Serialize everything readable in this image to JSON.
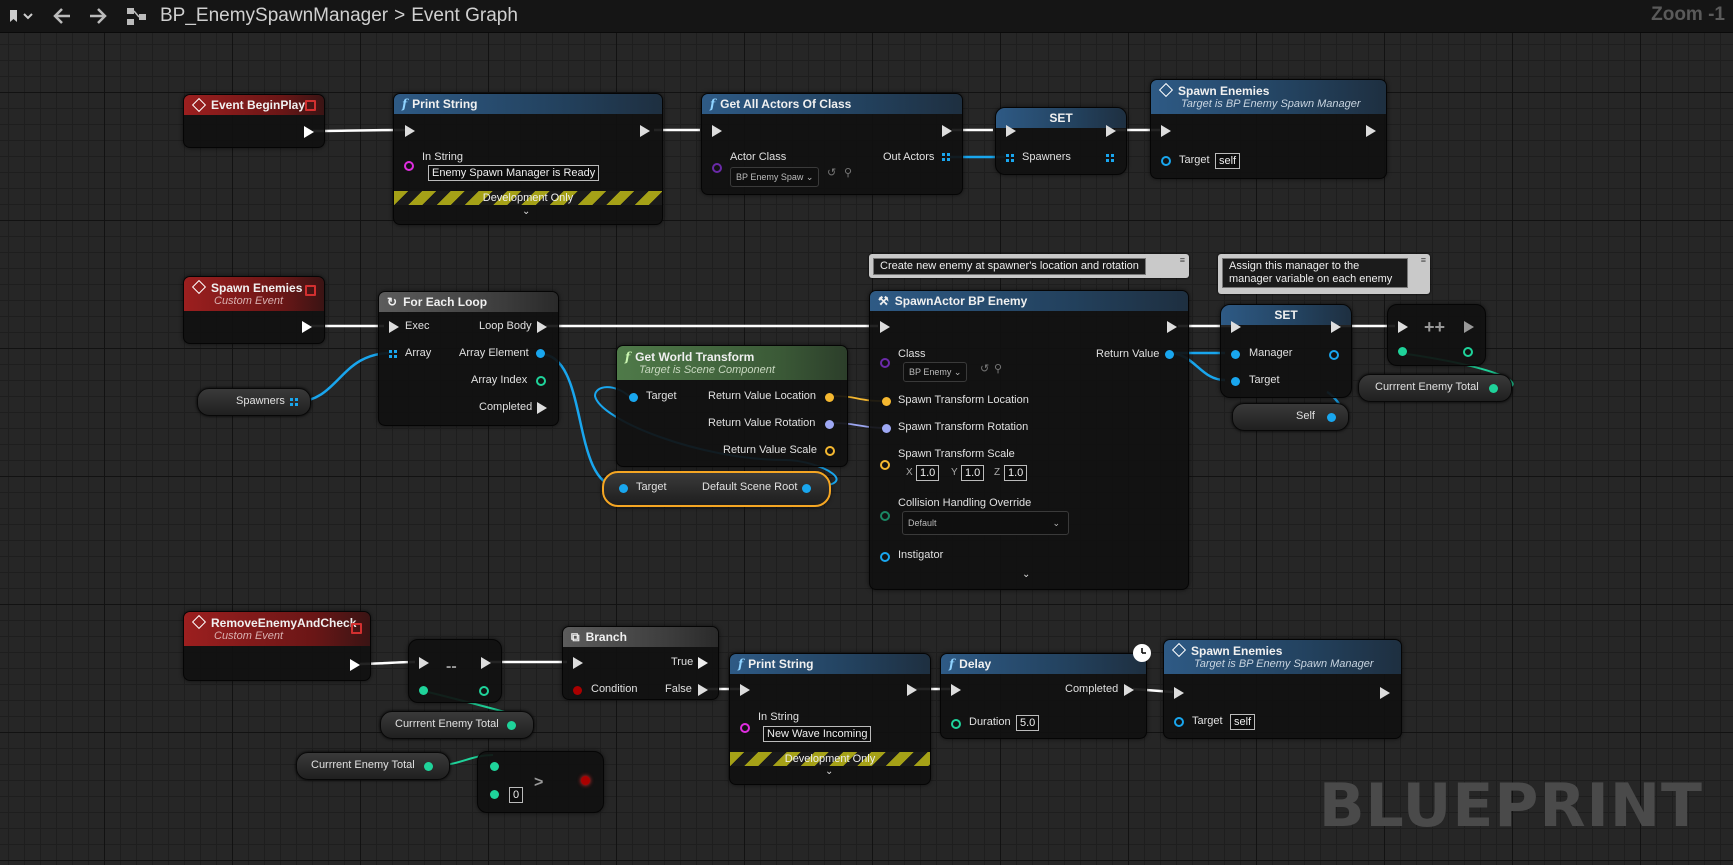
{
  "window": {
    "asset_name": "BP_EnemySpawnManager",
    "graph_name": "Event Graph",
    "separator": ">",
    "zoom_label": "Zoom -1",
    "watermark": "BLUEPRINT"
  },
  "nodes": {
    "event_beginplay": {
      "title": "Event BeginPlay"
    },
    "print_string_1": {
      "title": "Print String",
      "in_label": "In String",
      "in_value": "Enemy Spawn Manager is Ready",
      "dev": "Development Only"
    },
    "get_all_actors": {
      "title": "Get All Actors Of Class",
      "actor_class_label": "Actor Class",
      "actor_class_value": "BP Enemy Spaw",
      "out_label": "Out Actors"
    },
    "set_spawners": {
      "title": "SET",
      "var": "Spawners"
    },
    "spawn_enemies_call_1": {
      "title": "Spawn Enemies",
      "subtitle": "Target is BP Enemy Spawn Manager",
      "target_label": "Target",
      "target_value": "self"
    },
    "spawn_enemies_event": {
      "title": "Spawn Enemies",
      "subtitle": "Custom Event"
    },
    "for_each": {
      "title": "For Each Loop",
      "exec": "Exec",
      "array": "Array",
      "loop_body": "Loop Body",
      "array_element": "Array Element",
      "array_index": "Array Index",
      "completed": "Completed"
    },
    "spawners_var": {
      "label": "Spawners"
    },
    "get_world_transform": {
      "title": "Get World Transform",
      "subtitle": "Target is Scene Component",
      "target": "Target",
      "loc": "Return Value Location",
      "rot": "Return Value Rotation",
      "scale": "Return Value Scale"
    },
    "default_scene_root": {
      "target": "Target",
      "label": "Default Scene Root"
    },
    "spawn_actor": {
      "title": "SpawnActor BP Enemy",
      "class_label": "Class",
      "class_value": "BP Enemy",
      "return_value": "Return Value",
      "loc": "Spawn Transform Location",
      "rot": "Spawn Transform Rotation",
      "scale": "Spawn Transform Scale",
      "x_label": "X",
      "x_val": "1.0",
      "y_label": "Y",
      "y_val": "1.0",
      "z_label": "Z",
      "z_val": "1.0",
      "collision_label": "Collision Handling Override",
      "collision_value": "Default",
      "instigator": "Instigator"
    },
    "comment_spawn": {
      "text": "Create new enemy at spawner's location and rotation"
    },
    "comment_assign": {
      "text": "Assign this manager to the manager variable on each enemy"
    },
    "set_manager": {
      "title": "SET",
      "manager": "Manager",
      "target": "Target"
    },
    "self_var": {
      "label": "Self"
    },
    "increment": {
      "op": "++"
    },
    "current_total_top": {
      "label": "Currrent Enemy Total"
    },
    "remove_event": {
      "title": "RemoveEnemyAndCheck",
      "subtitle": "Custom Event"
    },
    "decrement": {
      "op": "--"
    },
    "current_total_mid": {
      "label": "Currrent Enemy Total"
    },
    "current_total_low": {
      "label": "Currrent Enemy Total"
    },
    "greater": {
      "op": ">",
      "value": "0"
    },
    "branch": {
      "title": "Branch",
      "condition": "Condition",
      "true_label": "True",
      "false_label": "False"
    },
    "print_string_2": {
      "title": "Print String",
      "in_label": "In String",
      "in_value": "New Wave Incoming",
      "dev": "Development Only"
    },
    "delay": {
      "title": "Delay",
      "duration_label": "Duration",
      "duration_value": "5.0",
      "completed": "Completed"
    },
    "spawn_enemies_call_2": {
      "title": "Spawn Enemies",
      "subtitle": "Target is BP Enemy Spawn Manager",
      "target_label": "Target",
      "target_value": "self"
    }
  },
  "colors": {
    "exec_wire": "#ffffff",
    "object_wire": "#19a6ee",
    "int_wire": "#1fd39a",
    "vector_wire": "#f5b830",
    "rotator_wire": "#9ea8f4",
    "function_header": "#2e5a85",
    "event_header": "#9c1f1f",
    "pure_header": "#4f7a49",
    "selection_outline": "#f5a623"
  }
}
